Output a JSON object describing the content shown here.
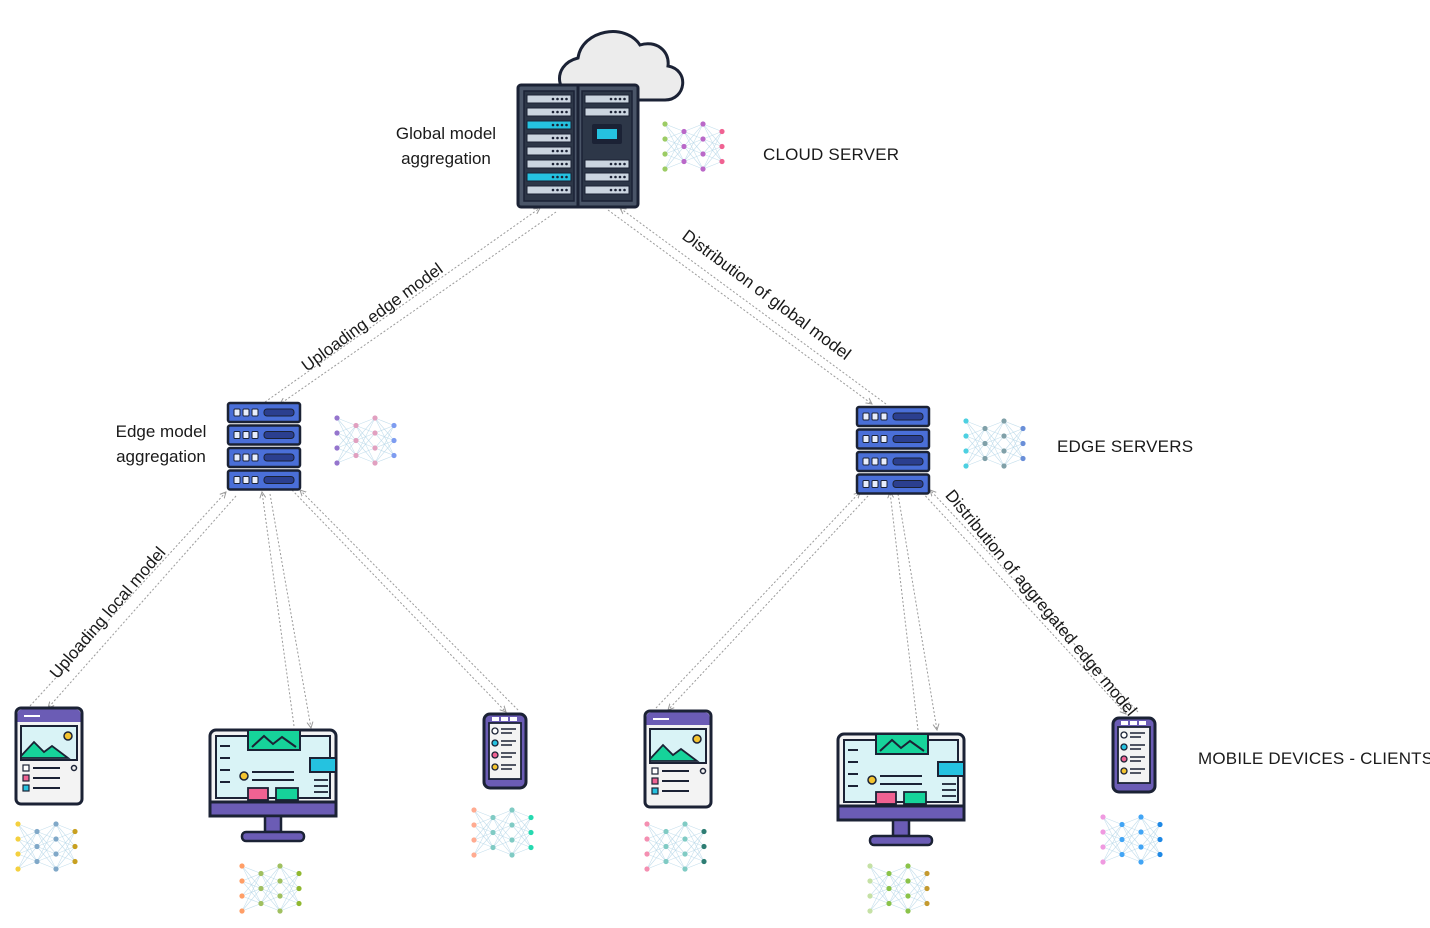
{
  "labels": {
    "global_aggregation": [
      "Global model",
      "aggregation"
    ],
    "edge_aggregation": [
      "Edge model",
      "aggregation"
    ],
    "cloud_server": "CLOUD SERVER",
    "edge_servers": "EDGE SERVERS",
    "mobile_clients": "MOBILE DEVICES - CLIENTS",
    "uploading_edge": "Uploading edge model",
    "distribution_global": "Distribution of global model",
    "uploading_local": "Uploading local model",
    "distribution_edge": "Distribution of aggregated edge model"
  },
  "icons": {
    "cloud": "cloud-icon",
    "rack": "server-rack-icon",
    "edge_server": "edge-server-icon",
    "tablet": "tablet-icon",
    "desktop": "desktop-monitor-icon",
    "phone": "smartphone-icon",
    "neural_net": "neural-network-icon"
  },
  "colors": {
    "server_blue": "#4a6fd8",
    "device_purple": "#6b5cb5",
    "screen_teal": "#d9f3f6",
    "green_accent": "#16d39a",
    "pink_accent": "#f06292",
    "cyan_accent": "#25c2e0",
    "yellow_accent": "#f4c430",
    "rack_dark": "#4a5568",
    "outline": "#1b2235",
    "arrow": "#9a9a9a"
  },
  "networks": [
    {
      "id": "cloud",
      "colors": [
        "#9ccc65",
        "#ba68c8",
        "#f06292"
      ]
    },
    {
      "id": "edge1",
      "colors": [
        "#9575cd",
        "#e1a0c0",
        "#7e9cf0"
      ]
    },
    {
      "id": "edge2",
      "colors": [
        "#4dd0e1",
        "#80a0a8",
        "#6a8fd8"
      ]
    },
    {
      "id": "client1",
      "colors": [
        "#f4d03f",
        "#80a8c8",
        "#c8a020"
      ]
    },
    {
      "id": "client2",
      "colors": [
        "#ff9e66",
        "#a0c060",
        "#90b830"
      ]
    },
    {
      "id": "client3",
      "colors": [
        "#ffab91",
        "#80cbc4",
        "#26d9b0"
      ]
    },
    {
      "id": "client4",
      "colors": [
        "#f48fb1",
        "#80cbc4",
        "#2e7d73"
      ]
    },
    {
      "id": "client5",
      "colors": [
        "#c5e1a5",
        "#8bc34a",
        "#c49a30"
      ]
    },
    {
      "id": "client6",
      "colors": [
        "#ef9ae0",
        "#42a5f5",
        "#1e88e5"
      ]
    }
  ]
}
